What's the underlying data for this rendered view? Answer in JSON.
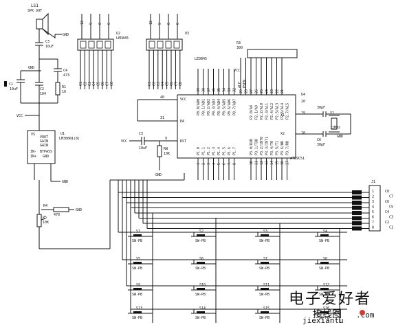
{
  "speaker": {
    "ref": "LS1",
    "type": "SPK OUT",
    "gnd": "GND"
  },
  "capacitors": {
    "c3a": {
      "ref": "C3",
      "value": "10uF"
    },
    "c1": {
      "ref": "C1",
      "value": "10uF"
    },
    "c2": {
      "ref": "C2",
      "value": "104"
    },
    "c4": {
      "ref": "C4",
      "value": "473"
    },
    "c3b": {
      "ref": "C3",
      "value": "10uF"
    },
    "c5": {
      "ref": "C5",
      "value": "30pF"
    },
    "c6": {
      "ref": "C6",
      "value": "30pF"
    }
  },
  "resistors": {
    "r1": {
      "ref": "R1",
      "value": "10"
    },
    "r4": {
      "ref": "R4",
      "value": "470"
    },
    "r5": {
      "ref": "R5",
      "value": "10K"
    },
    "rw": {
      "ref": "RW",
      "value": "10K"
    },
    "r3": {
      "ref": "R3",
      "value": "300"
    }
  },
  "amp": {
    "ref": "U1",
    "part": "LM386N1(8)",
    "pins": [
      "VS",
      "VOUT",
      "GAIN",
      "GAIN",
      "IN-",
      "IN+",
      "BYPASS",
      "GND"
    ]
  },
  "displays": [
    {
      "ref": "U2",
      "part": "LED845",
      "top_pins": [
        "12",
        "9",
        "8",
        "6"
      ],
      "bottom_pins": [
        "C1",
        "C2",
        "C3",
        "C4",
        "C5",
        "C6",
        "C7",
        "C8"
      ]
    },
    {
      "ref": "U3",
      "part": "LED845",
      "top_pins": [
        "12",
        "9",
        "8",
        "6"
      ],
      "bottom_pins": [
        "C1",
        "C2",
        "C3",
        "C4",
        "C5",
        "C6",
        "C7",
        "C8"
      ]
    }
  ],
  "mcu": {
    "ref": "U4",
    "part": "AT89C51",
    "vcc_pin": "40",
    "vcc": "VCC",
    "ea_pin": "31",
    "ea": "EA",
    "rst_pin": "9",
    "rst": "RST",
    "x1_pin": "19",
    "x1": "X1",
    "x2_pin": "18",
    "x2": "X2",
    "gnd_pin": "20",
    "p0": [
      "P0.0/AD0",
      "P0.1/AD1",
      "P0.2/AD2",
      "P0.3/AD3",
      "P0.4/AD4",
      "P0.5/AD5",
      "P0.6/AD6",
      "P0.7/AD7"
    ],
    "p2": [
      "P2.0/A8",
      "P2.1/A9",
      "P2.2/A10",
      "P2.3/A11",
      "P2.4/A12",
      "P2.5/A13",
      "P2.6/A14",
      "P2.7/A15"
    ],
    "p3": [
      "P3.0/RXD",
      "P3.1/TXD",
      "P3.2/INT0",
      "P3.3/INT1",
      "P3.4/T0",
      "P3.5/T1",
      "P3.6/WR",
      "P3.7/RD"
    ],
    "p1": [
      "P1.0",
      "P1.1",
      "P1.2",
      "P1.3",
      "P1.4",
      "P1.5",
      "P1.6",
      "P1.7"
    ],
    "top_pins": [
      "39",
      "38",
      "37",
      "36",
      "35",
      "34",
      "33",
      "32"
    ],
    "top_pins_right": [
      "29",
      "28",
      "27",
      "26",
      "25",
      "24",
      "23",
      "22",
      "21"
    ],
    "ctrl": [
      "ALE",
      "PSEN"
    ],
    "bottom_pins": [
      "1",
      "2",
      "3",
      "4",
      "5",
      "6",
      "7",
      "8"
    ],
    "bottom_pins_right": [
      "10",
      "11",
      "12",
      "13",
      "14",
      "15",
      "16",
      "17"
    ]
  },
  "crystal": {
    "ref": "Y1",
    "value": "12MHz",
    "gnd": "GND"
  },
  "connector": {
    "ref": "J1",
    "pins": [
      "1",
      "2",
      "3",
      "4",
      "5",
      "6",
      "7",
      "8"
    ],
    "labels": [
      "C8",
      "C7",
      "C6",
      "C5",
      "C4",
      "C3",
      "C2",
      "C1"
    ]
  },
  "keys": [
    {
      "ref": "S1",
      "type": "SW-PB"
    },
    {
      "ref": "S2",
      "type": "SW-PB"
    },
    {
      "ref": "S3",
      "type": "SW-PB"
    },
    {
      "ref": "S4",
      "type": "SW-PB"
    },
    {
      "ref": "S5",
      "type": "SW-PB"
    },
    {
      "ref": "S6",
      "type": "SW-PB"
    },
    {
      "ref": "S7",
      "type": "SW-PB"
    },
    {
      "ref": "S8",
      "type": "SW-PB"
    },
    {
      "ref": "S9",
      "type": "SW-PB"
    },
    {
      "ref": "S10",
      "type": "SW-PB"
    },
    {
      "ref": "S11",
      "type": "SW-PB"
    },
    {
      "ref": "S12",
      "type": "SW-PB"
    },
    {
      "ref": "S13",
      "type": "SW-PB"
    },
    {
      "ref": "S14",
      "type": "SW-PB"
    },
    {
      "ref": "S15",
      "type": "SW-PB"
    },
    {
      "ref": "S16",
      "type": "SW-PB"
    }
  ],
  "labels": {
    "vcc": "VCC",
    "gnd": "GND"
  },
  "watermark": {
    "cn": "电子爱好者",
    "site": "jiexiantu",
    "brand": "接线图",
    "suffix": ".com"
  }
}
